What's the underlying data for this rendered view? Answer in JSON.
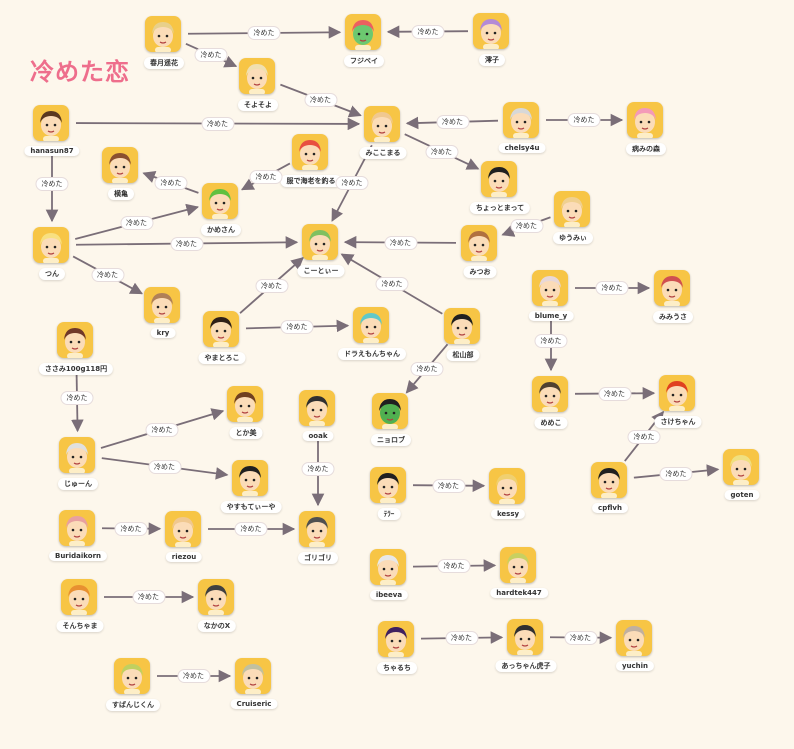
{
  "title": "冷めた恋",
  "edge_label": "冷めた",
  "colors": {
    "background": "#fdf7ec",
    "title": "#ee6e8c",
    "edge": "#7a6e78",
    "avatar_bg": "#f7c545"
  },
  "nodes": [
    {
      "id": "haruhana",
      "label": "春月遥花",
      "hair": "#e8d08a"
    },
    {
      "id": "fujibei",
      "label": "フジベイ",
      "hair": "#ec6060",
      "skin": "#6cc870"
    },
    {
      "id": "reiko",
      "label": "澪子",
      "hair": "#b48ad6"
    },
    {
      "id": "soyosoyo",
      "label": "そよそよ",
      "hair": "#f0e0b0"
    },
    {
      "id": "hanasun",
      "label": "hanasun87",
      "hair": "#5a3820"
    },
    {
      "id": "mikoko",
      "label": "みここまる",
      "hair": "#f0c890"
    },
    {
      "id": "chelsy",
      "label": "chelsy4u",
      "hair": "#d8d8d8"
    },
    {
      "id": "byoumi",
      "label": "病みの森",
      "hair": "#f49ab8"
    },
    {
      "id": "yokohama",
      "label": "横亀",
      "hair": "#8a5030"
    },
    {
      "id": "kaisen",
      "label": "服で海老を釣る",
      "hair": "#e85040"
    },
    {
      "id": "kamesan",
      "label": "かめさん",
      "hair": "#60c040"
    },
    {
      "id": "chotto",
      "label": "ちょっとまって",
      "hair": "#202020"
    },
    {
      "id": "yuumi",
      "label": "ゆうみぃ",
      "hair": "#f0d090"
    },
    {
      "id": "tsun",
      "label": "つん",
      "hair": "#f8e080"
    },
    {
      "id": "koo",
      "label": "こーとぃー",
      "hair": "#80c060"
    },
    {
      "id": "mitsuo",
      "label": "みつお",
      "hair": "#b07040"
    },
    {
      "id": "kry",
      "label": "kry",
      "hair": "#b08058"
    },
    {
      "id": "yamato",
      "label": "やまとろこ",
      "hair": "#302018"
    },
    {
      "id": "doraemon",
      "label": "ドラえもんちゃん",
      "hair": "#60c8c8"
    },
    {
      "id": "matsuyama",
      "label": "松山部",
      "hair": "#202020"
    },
    {
      "id": "blume",
      "label": "blume_y",
      "hair": "#e8d8d8"
    },
    {
      "id": "mimisa",
      "label": "みみうさ",
      "hair": "#d05050"
    },
    {
      "id": "sasami",
      "label": "ささみ100g118円",
      "hair": "#703828"
    },
    {
      "id": "nyorobu",
      "label": "ニョロブ",
      "hair": "#202020",
      "skin": "#50b050"
    },
    {
      "id": "meme",
      "label": "めめこ",
      "hair": "#504030"
    },
    {
      "id": "sakechan",
      "label": "さけちゃん",
      "hair": "#e04020"
    },
    {
      "id": "ooak",
      "label": "ooak",
      "hair": "#303030"
    },
    {
      "id": "tokami",
      "label": "とか美",
      "hair": "#704020"
    },
    {
      "id": "jyun",
      "label": "じゅーん",
      "hair": "#e0e0e0"
    },
    {
      "id": "yasumo",
      "label": "やすもてぃーや",
      "hair": "#202020"
    },
    {
      "id": "tera",
      "label": "ﾃﾗｰ",
      "hair": "#202020"
    },
    {
      "id": "kessy",
      "label": "kessy",
      "hair": "#f0d070"
    },
    {
      "id": "cpflvh",
      "label": "cpflvh",
      "hair": "#202020"
    },
    {
      "id": "goten",
      "label": "goten",
      "hair": "#f0e080"
    },
    {
      "id": "buri",
      "label": "Buridaikorn",
      "hair": "#e8a0a0"
    },
    {
      "id": "riezou",
      "label": "riezou",
      "hair": "#f0c890"
    },
    {
      "id": "gorigori",
      "label": "ゴリゴリ",
      "hair": "#505050"
    },
    {
      "id": "ibeeva",
      "label": "ibeeva",
      "hair": "#e8e8e8"
    },
    {
      "id": "hardtek",
      "label": "hardtek447",
      "hair": "#c8d060"
    },
    {
      "id": "sonchama",
      "label": "そんちゃま",
      "hair": "#e89030"
    },
    {
      "id": "nakanox",
      "label": "なかのX",
      "hair": "#404040"
    },
    {
      "id": "charuchi",
      "label": "ちゃるち",
      "hair": "#402060"
    },
    {
      "id": "akko",
      "label": "あっちゃん虎子",
      "hair": "#303030"
    },
    {
      "id": "yuchin",
      "label": "yuchin",
      "hair": "#c0b0a0"
    },
    {
      "id": "subaru",
      "label": "すばんじくん",
      "hair": "#c0d060"
    },
    {
      "id": "cruiseric",
      "label": "Cruiseric",
      "hair": "#c0c0a0"
    }
  ],
  "edges": [
    {
      "from": "haruhana",
      "to": "fujibei"
    },
    {
      "from": "reiko",
      "to": "fujibei"
    },
    {
      "from": "haruhana",
      "to": "soyosoyo"
    },
    {
      "from": "soyosoyo",
      "to": "mikoko"
    },
    {
      "from": "hanasun",
      "to": "mikoko"
    },
    {
      "from": "chelsy",
      "to": "mikoko"
    },
    {
      "from": "chelsy",
      "to": "byoumi"
    },
    {
      "from": "mikoko",
      "to": "chotto"
    },
    {
      "from": "mikoko",
      "to": "koo"
    },
    {
      "from": "kaisen",
      "to": "kamesan"
    },
    {
      "from": "kamesan",
      "to": "yokohama"
    },
    {
      "from": "hanasun",
      "to": "tsun"
    },
    {
      "from": "tsun",
      "to": "kamesan"
    },
    {
      "from": "tsun",
      "to": "koo"
    },
    {
      "from": "tsun",
      "to": "kry"
    },
    {
      "from": "yuumi",
      "to": "mitsuo"
    },
    {
      "from": "mitsuo",
      "to": "koo"
    },
    {
      "from": "yamato",
      "to": "koo"
    },
    {
      "from": "yamato",
      "to": "doraemon"
    },
    {
      "from": "matsuyama",
      "to": "koo"
    },
    {
      "from": "matsuyama",
      "to": "nyorobu"
    },
    {
      "from": "blume",
      "to": "mimisa"
    },
    {
      "from": "blume",
      "to": "meme"
    },
    {
      "from": "meme",
      "to": "sakechan"
    },
    {
      "from": "cpflvh",
      "to": "sakechan"
    },
    {
      "from": "cpflvh",
      "to": "goten"
    },
    {
      "from": "sasami",
      "to": "jyun"
    },
    {
      "from": "jyun",
      "to": "tokami"
    },
    {
      "from": "jyun",
      "to": "yasumo"
    },
    {
      "from": "ooak",
      "to": "gorigori"
    },
    {
      "from": "tera",
      "to": "kessy"
    },
    {
      "from": "buri",
      "to": "riezou"
    },
    {
      "from": "riezou",
      "to": "gorigori"
    },
    {
      "from": "ibeeva",
      "to": "hardtek"
    },
    {
      "from": "sonchama",
      "to": "nakanox"
    },
    {
      "from": "charuchi",
      "to": "akko"
    },
    {
      "from": "akko",
      "to": "yuchin"
    },
    {
      "from": "subaru",
      "to": "cruiseric"
    }
  ]
}
